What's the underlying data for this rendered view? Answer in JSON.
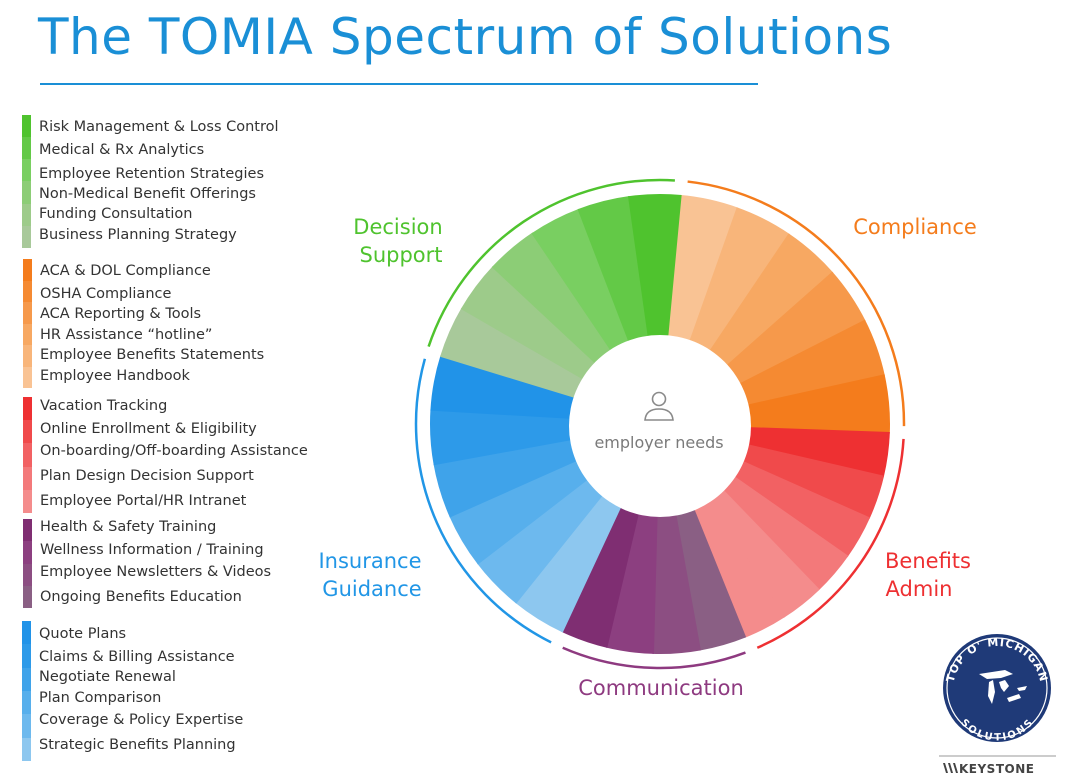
{
  "title": "The TOMIA Spectrum of Solutions",
  "center_label": "employer needs",
  "groups": [
    {
      "name": "Decision Support",
      "color": "#4fc32e",
      "shades": [
        "#4fc32e",
        "#63c947",
        "#79cf61",
        "#8ccd76",
        "#9dcb8a",
        "#a8c99a"
      ],
      "items": [
        "Risk Management & Loss Control",
        "Medical & Rx Analytics",
        "Employee Retention Strategies",
        "Non-Medical Benefit Offerings",
        "Funding Consultation",
        "Business Planning Strategy"
      ]
    },
    {
      "name": "Compliance",
      "color": "#f47c1c",
      "shades": [
        "#f47c1c",
        "#f58a32",
        "#f6994b",
        "#f7a862",
        "#f8b57a",
        "#f9c394"
      ],
      "items": [
        "ACA & DOL Compliance",
        "OSHA Compliance",
        "ACA Reporting & Tools",
        "HR Assistance “hotline”",
        "Employee Benefits Statements",
        "Employee Handbook"
      ]
    },
    {
      "name": "Benefits Admin",
      "color": "#ee3032",
      "shades": [
        "#ee3032",
        "#f04a4b",
        "#f26163",
        "#f3797a",
        "#f48c8c"
      ],
      "items": [
        "Vacation Tracking",
        "Online Enrollment & Eligibility",
        "On-boarding/Off-boarding Assistance",
        "Plan Design Decision Support",
        "Employee Portal/HR Intranet"
      ]
    },
    {
      "name": "Communication",
      "color": "#8e3a80",
      "shades": [
        "#7f2e72",
        "#8c3f80",
        "#8c4e82",
        "#8a5f84"
      ],
      "items": [
        "Health & Safety Training",
        "Wellness Information / Training",
        "Employee Newsletters & Videos",
        "Ongoing Benefits Education"
      ]
    },
    {
      "name": "Insurance Guidance",
      "color": "#2196e6",
      "shades": [
        "#2193e8",
        "#2d9ae9",
        "#3fa3ea",
        "#57afec",
        "#6db9ee",
        "#8dc7ef"
      ],
      "items": [
        "Quote Plans",
        "Claims & Billing Assistance",
        "Negotiate Renewal",
        "Plan Comparison",
        "Coverage & Policy Expertise",
        "Strategic Benefits Planning"
      ]
    }
  ],
  "wheel_labels": {
    "decision_support": [
      "Decision",
      "Support"
    ],
    "compliance": [
      "Compliance"
    ],
    "benefits_admin": [
      "Benefits",
      "Admin"
    ],
    "communication": [
      "Communication"
    ],
    "insurance_guidance": [
      "Insurance",
      "Guidance"
    ]
  },
  "logo": {
    "top_text": "TOP O' MICHIGAN",
    "bottom_text": "SOLUTIONS",
    "brand": "KEYSTONE"
  }
}
